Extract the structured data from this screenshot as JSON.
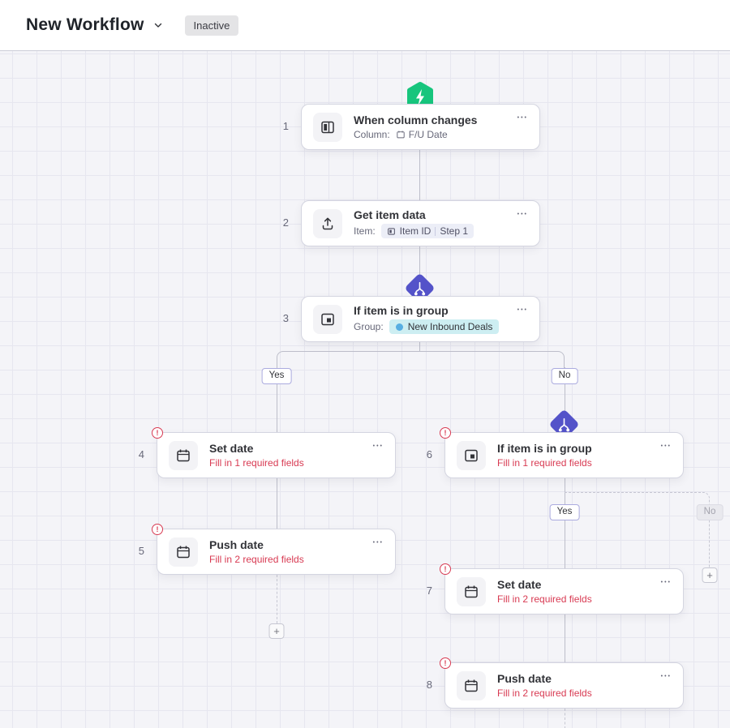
{
  "header": {
    "title": "New Workflow",
    "status_badge": "Inactive"
  },
  "icons": {
    "more": "•••",
    "plus": "+"
  },
  "colors": {
    "trigger_green": "#17c57d",
    "branch_purple": "#5453c9",
    "error_red": "#d83a52",
    "group_dot_blue": "#57aee2",
    "group_pill_bg": "#cdeef2",
    "canvas_bg": "#f4f4f8"
  },
  "canvas": {
    "nodes": [
      {
        "number": "1",
        "title": "When column changes",
        "field_label": "Column:",
        "field_value": "F/U Date"
      },
      {
        "number": "2",
        "title": "Get item data",
        "field_label": "Item:",
        "pill_primary": "Item ID",
        "pill_secondary": "Step 1"
      },
      {
        "number": "3",
        "title": "If item is in group",
        "field_label": "Group:",
        "group_value": "New Inbound Deals"
      },
      {
        "number": "4",
        "title": "Set date",
        "error": "Fill in 1 required fields"
      },
      {
        "number": "5",
        "title": "Push date",
        "error": "Fill in 2 required fields"
      },
      {
        "number": "6",
        "title": "If item is in group",
        "error": "Fill in 1 required fields"
      },
      {
        "number": "7",
        "title": "Set date",
        "error": "Fill in 2 required fields"
      },
      {
        "number": "8",
        "title": "Push date",
        "error": "Fill in 2 required fields"
      }
    ],
    "branch_labels": {
      "yes_left": "Yes",
      "no_right": "No",
      "yes_nested": "Yes",
      "no_nested": "No"
    }
  }
}
